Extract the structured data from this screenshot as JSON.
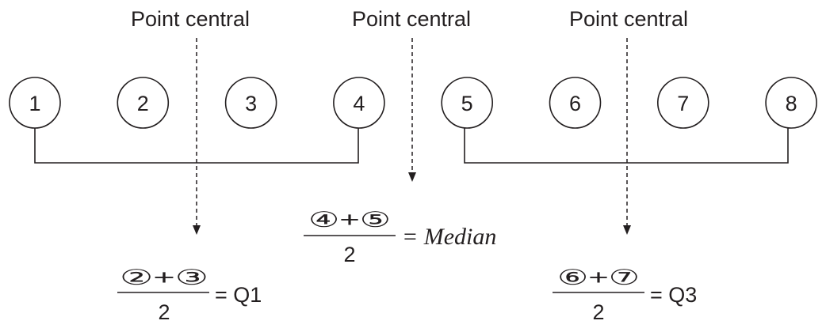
{
  "labels": {
    "q1_center": "Point central",
    "median_center": "Point central",
    "q3_center": "Point central"
  },
  "circles": [
    "1",
    "2",
    "3",
    "4",
    "5",
    "6",
    "7",
    "8"
  ],
  "formulas": {
    "q1": {
      "numerator": "②+③",
      "denominator": "2",
      "result": "= Q1"
    },
    "median": {
      "numerator": "④+⑤",
      "denominator": "2",
      "result": "= Median"
    },
    "q3": {
      "numerator": "⑥+⑦",
      "denominator": "2",
      "result": "= Q3"
    }
  },
  "colors": {
    "ink": "#231f20",
    "background": "#ffffff"
  }
}
